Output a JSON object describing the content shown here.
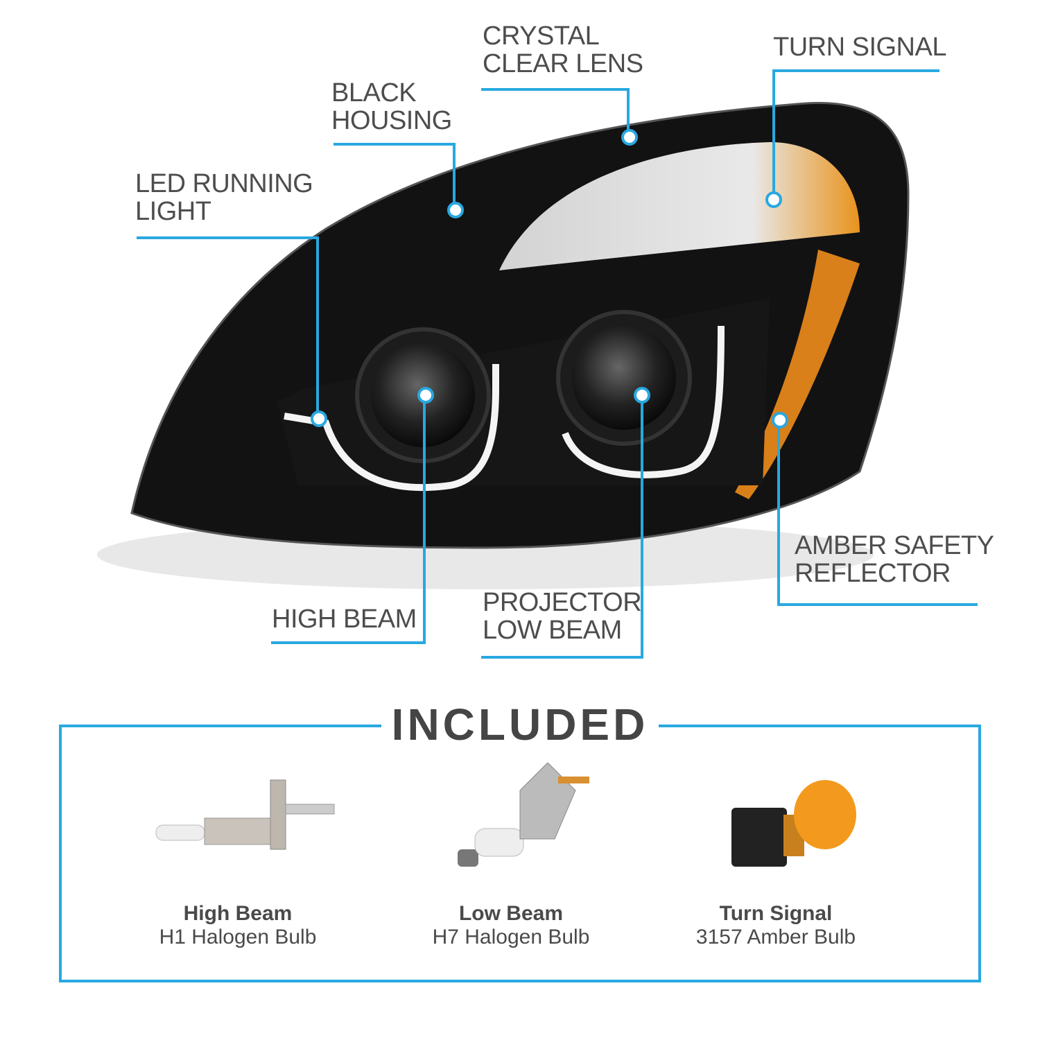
{
  "callouts": {
    "led_running_light": "LED RUNNING\nLIGHT",
    "black_housing": "BLACK\nHOUSING",
    "crystal_clear_lens": "CRYSTAL\nCLEAR LENS",
    "turn_signal": "TURN SIGNAL",
    "high_beam": "HIGH BEAM",
    "projector_low_beam": "PROJECTOR\nLOW BEAM",
    "amber_safety_reflector": "AMBER SAFETY\nREFLECTOR"
  },
  "included": {
    "title": "INCLUDED",
    "items": [
      {
        "name": "High Beam",
        "desc": "H1 Halogen Bulb"
      },
      {
        "name": "Low Beam",
        "desc": "H7 Halogen Bulb"
      },
      {
        "name": "Turn Signal",
        "desc": "3157 Amber Bulb"
      }
    ]
  },
  "colors": {
    "accent": "#29a8e0",
    "text": "#4d4d4d",
    "amber": "#f39a1e"
  }
}
